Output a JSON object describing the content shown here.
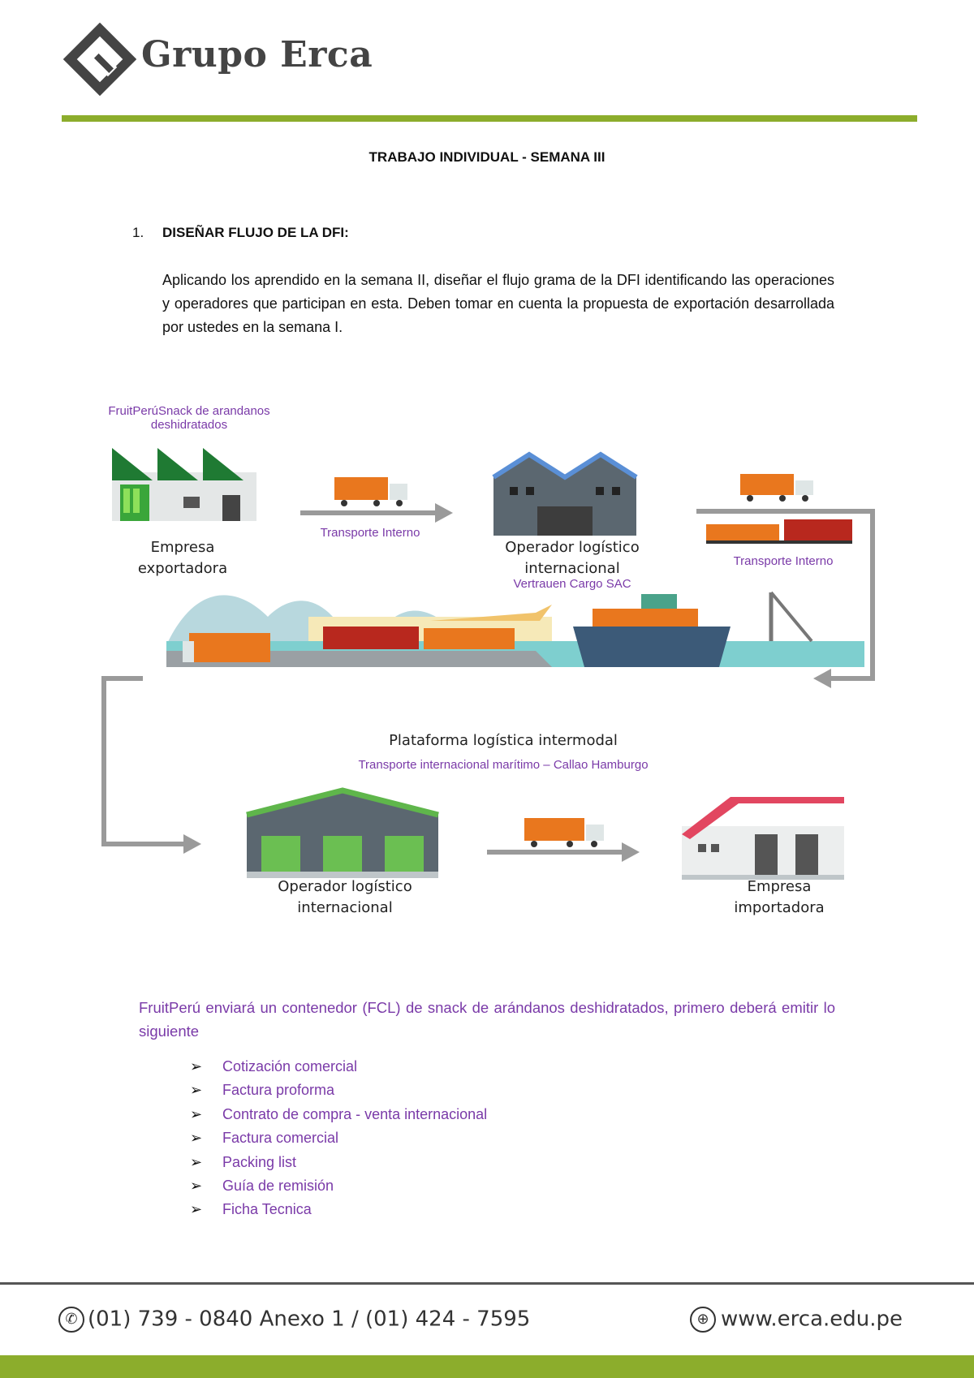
{
  "header": {
    "brand": "Grupo Erca"
  },
  "title": "TRABAJO INDIVIDUAL - SEMANA III",
  "section": {
    "number": "1.",
    "heading": "DISEÑAR FLUJO DE LA DFI:",
    "intro": "Aplicando los aprendido en la semana II, diseñar el flujo grama de la DFI identificando las operaciones y operadores que participan en esta. Deben tomar en cuenta la propuesta de exportación desarrollada por ustedes en la semana I."
  },
  "diagram": {
    "product_note_line1": "FruitPerúSnack de arandanos",
    "product_note_line2": "deshidratados",
    "exporter_line1": "Empresa",
    "exporter_line2": "exportadora",
    "transport1": "Transporte Interno",
    "operator1_line1": "Operador logístico",
    "operator1_line2": "internacional",
    "operator1_name": "Vertrauen Cargo SAC",
    "transport2": "Transporte Interno",
    "platform": "Plataforma logística intermodal",
    "maritime": "Transporte internacional marítimo – Callao Hamburgo",
    "operator2_line1": "Operador logístico",
    "operator2_line2": "internacional",
    "importer_line1": "Empresa",
    "importer_line2": "importadora"
  },
  "summary": "FruitPerú enviará un contenedor (FCL) de snack de arándanos deshidratados, primero deberá emitir lo siguiente",
  "documents": [
    "Cotización comercial",
    "Factura proforma",
    "Contrato de compra - venta internacional",
    "Factura comercial",
    "Packing list",
    "Guía de remisión",
    "Ficha Tecnica"
  ],
  "footer": {
    "phone": "(01) 739 - 0840 Anexo 1 / (01) 424 - 7595",
    "website": "www.erca.edu.pe"
  },
  "colors": {
    "brand_green": "#8cad2c",
    "note_purple": "#7a3aa8"
  }
}
